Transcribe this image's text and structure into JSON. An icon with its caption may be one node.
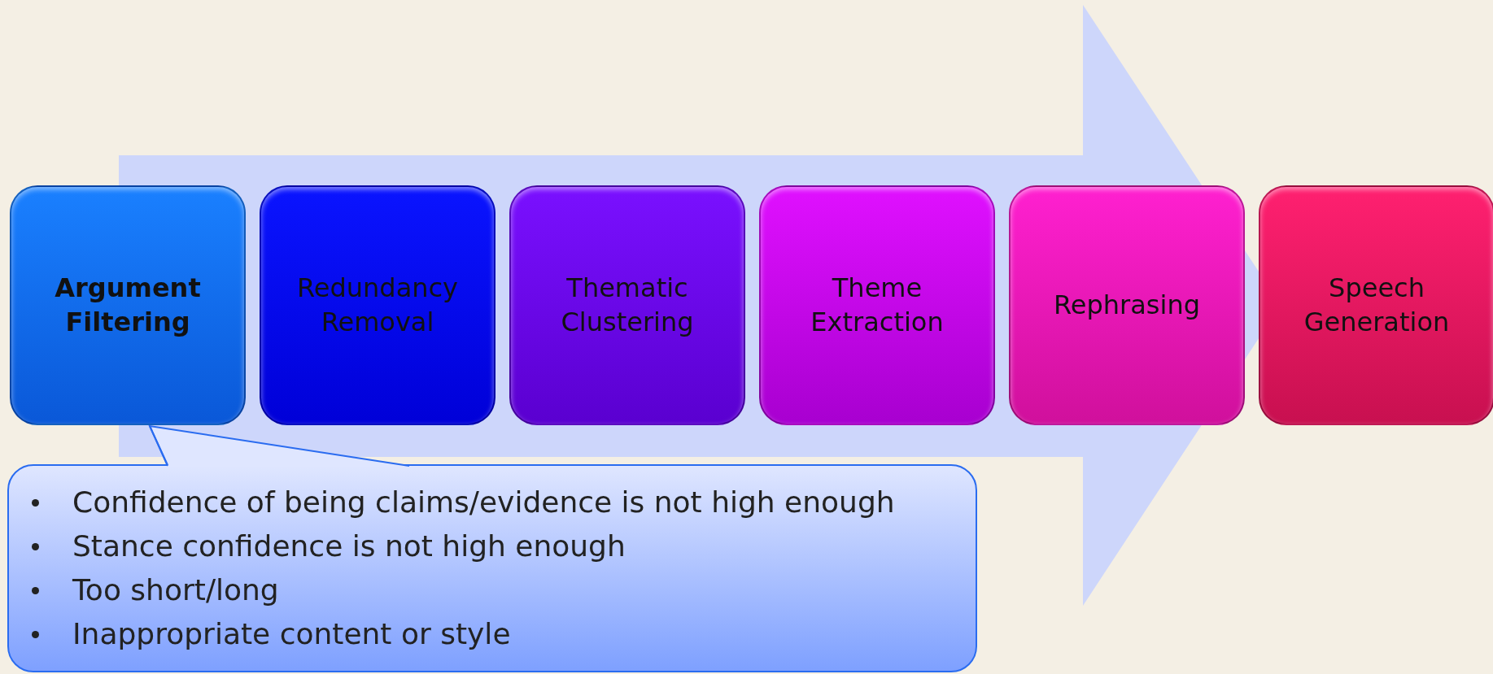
{
  "diagram": {
    "nodes": [
      {
        "text": [
          "Argument Filtering"
        ]
      },
      {
        "text": [
          "Redundancy Removal"
        ]
      },
      {
        "text": [
          "Thematic Clustering"
        ]
      },
      {
        "text": [
          "Theme Extraction"
        ]
      },
      {
        "text": [
          "Rephrasing"
        ]
      },
      {
        "text": [
          "Speech Generation"
        ]
      },
      {
        "text": [
          "Confidence of being claims/evidence is not high enough",
          "Stance confidence is not high enough",
          "Too short/long",
          "Inappropriate content or style"
        ]
      }
    ],
    "edges": [
      {
        "from": 6,
        "to": 0,
        "arrow": "none"
      },
      {
        "from": 0,
        "to": 5,
        "arrow": "to",
        "style": "thick"
      }
    ]
  }
}
